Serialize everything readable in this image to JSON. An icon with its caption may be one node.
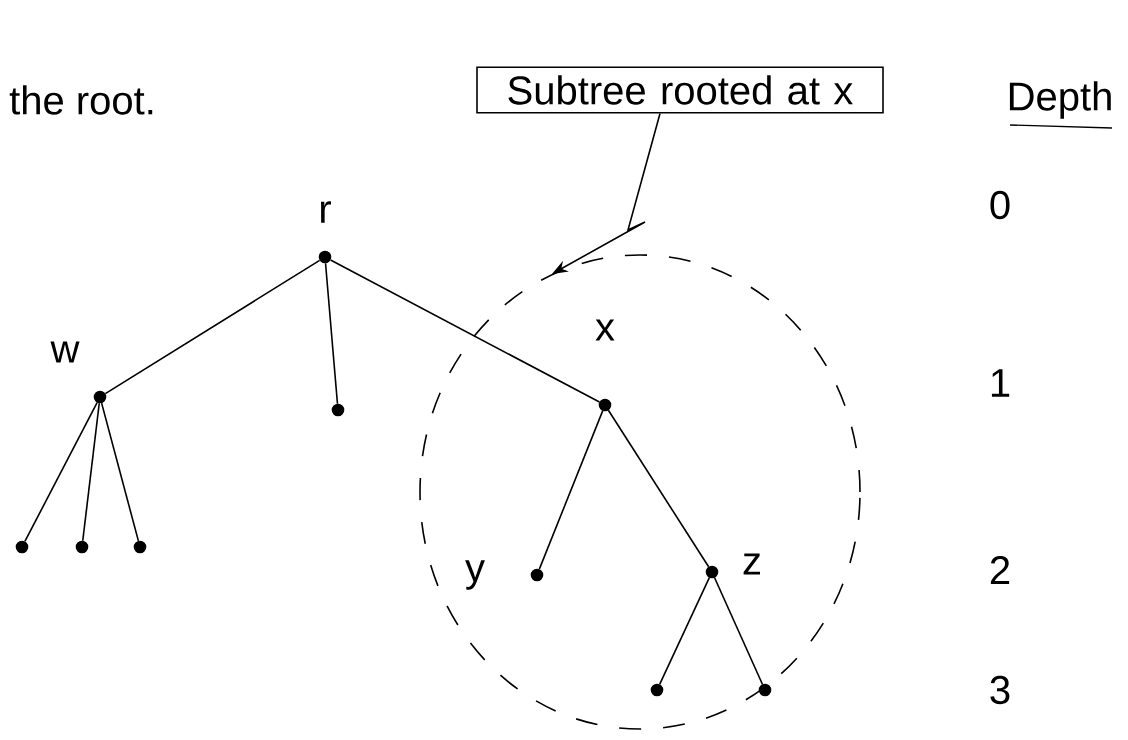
{
  "diagram": {
    "nodes": [
      {
        "text": [
          "Subtree rooted at x"
        ]
      },
      {
        "text": [],
        "shape": "circle",
        "beside": [
          "r"
        ]
      },
      {
        "text": [],
        "shape": "circle",
        "beside": [
          "w"
        ]
      },
      {
        "text": [],
        "shape": "circle"
      },
      {
        "text": [],
        "shape": "circle"
      },
      {
        "text": [],
        "shape": "circle",
        "beside": [
          "x"
        ],
        "in": 4
      },
      {
        "text": [],
        "shape": "circle"
      },
      {
        "text": [],
        "shape": "circle"
      },
      {
        "text": [],
        "shape": "circle"
      },
      {
        "text": [],
        "shape": "circle",
        "beside": [
          "y"
        ],
        "in": 4
      },
      {
        "text": [],
        "shape": "circle",
        "beside": [
          "z"
        ],
        "in": 4
      },
      {
        "text": [],
        "shape": "circle",
        "in": 4
      },
      {
        "text": [],
        "shape": "circle",
        "in": 4
      }
    ],
    "edges": [
      {
        "from": 0,
        "to": 4,
        "arrow": "to"
      },
      {
        "from": 1,
        "to": 2,
        "arrow": "none"
      },
      {
        "from": 1,
        "to": 3,
        "arrow": "none"
      },
      {
        "from": 1,
        "to": 5,
        "arrow": "none"
      },
      {
        "from": 2,
        "to": 6,
        "arrow": "none"
      },
      {
        "from": 2,
        "to": 7,
        "arrow": "none"
      },
      {
        "from": 2,
        "to": 8,
        "arrow": "none"
      },
      {
        "from": 5,
        "to": 9,
        "arrow": "none"
      },
      {
        "from": 5,
        "to": 10,
        "arrow": "none"
      },
      {
        "from": 10,
        "to": 11,
        "arrow": "none"
      },
      {
        "from": 10,
        "to": 12,
        "arrow": "none"
      }
    ],
    "labels": [
      "the root.",
      "Depth",
      "0",
      "1",
      "2",
      "3"
    ]
  }
}
